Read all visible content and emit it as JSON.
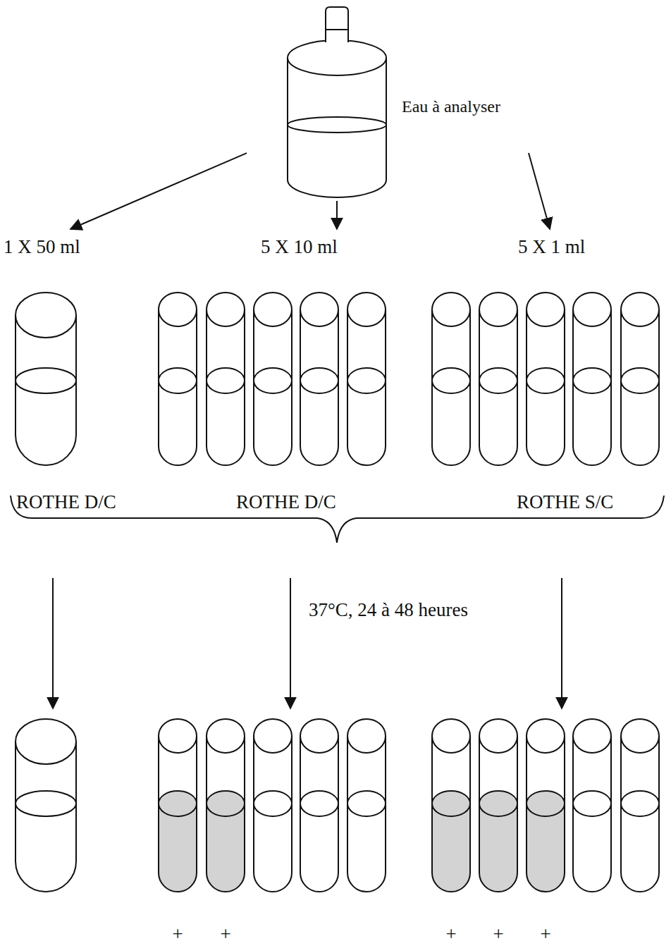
{
  "diagram": {
    "nodes": [
      {
        "text": [
          "Eau à analyser"
        ]
      },
      {
        "text": [
          "1 X 50 ml",
          "ROTHE D/C"
        ]
      },
      {
        "text": [
          "5 X 10 ml",
          "ROTHE D/C"
        ]
      },
      {
        "text": [
          "5 X 1 ml",
          "ROTHE S/C"
        ]
      }
    ],
    "edges": [
      {
        "from": 0,
        "to": 1,
        "arrow": "to"
      },
      {
        "from": 0,
        "to": 2,
        "arrow": "to"
      },
      {
        "from": 0,
        "to": 3,
        "arrow": "to"
      }
    ],
    "labels": [
      "37°C, 24 à 48 heures",
      "+",
      "+",
      "+",
      "+",
      "+"
    ]
  }
}
